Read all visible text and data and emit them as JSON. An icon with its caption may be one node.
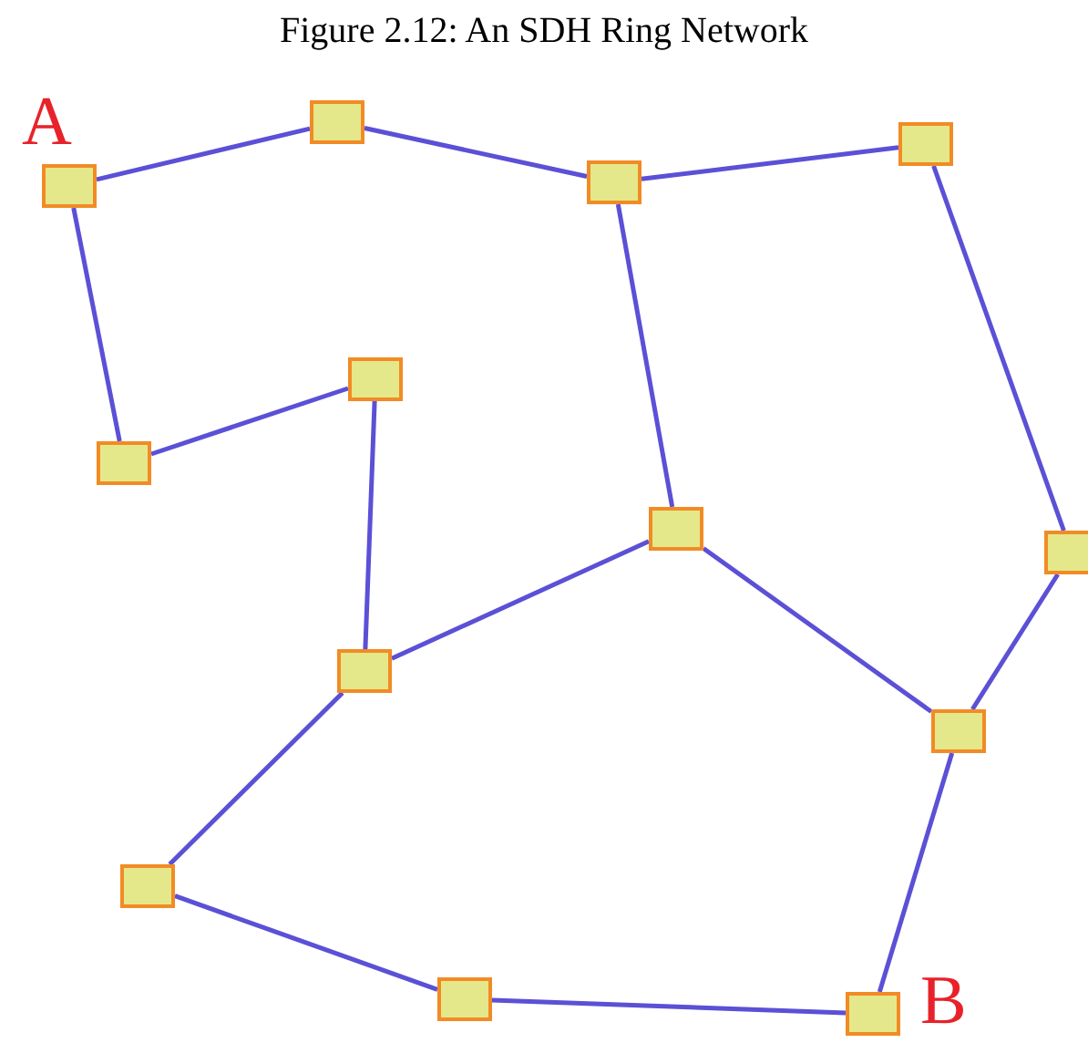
{
  "diagram": {
    "title": "Figure 2.12: An SDH Ring Network",
    "nodes": [
      {
        "text": [],
        "shape": "box",
        "beside": [
          "A"
        ]
      },
      {
        "text": [],
        "shape": "box"
      },
      {
        "text": [],
        "shape": "box"
      },
      {
        "text": [],
        "shape": "box"
      },
      {
        "text": [],
        "shape": "box"
      },
      {
        "text": [],
        "shape": "box"
      },
      {
        "text": [],
        "shape": "box"
      },
      {
        "text": [],
        "shape": "box"
      },
      {
        "text": [],
        "shape": "box"
      },
      {
        "text": [],
        "shape": "box"
      },
      {
        "text": [],
        "shape": "box"
      },
      {
        "text": [],
        "shape": "box"
      },
      {
        "text": [],
        "shape": "box",
        "beside": [
          "B"
        ]
      }
    ],
    "edges": [
      {
        "from": 0,
        "to": 1,
        "arrow": "none"
      },
      {
        "from": 1,
        "to": 2,
        "arrow": "none"
      },
      {
        "from": 2,
        "to": 3,
        "arrow": "none"
      },
      {
        "from": 0,
        "to": 5,
        "arrow": "none"
      },
      {
        "from": 5,
        "to": 4,
        "arrow": "none"
      },
      {
        "from": 4,
        "to": 8,
        "arrow": "none"
      },
      {
        "from": 2,
        "to": 6,
        "arrow": "none"
      },
      {
        "from": 6,
        "to": 8,
        "arrow": "none"
      },
      {
        "from": 6,
        "to": 9,
        "arrow": "none"
      },
      {
        "from": 3,
        "to": 7,
        "arrow": "none"
      },
      {
        "from": 7,
        "to": 9,
        "arrow": "none"
      },
      {
        "from": 8,
        "to": 10,
        "arrow": "none"
      },
      {
        "from": 10,
        "to": 11,
        "arrow": "none"
      },
      {
        "from": 11,
        "to": 12,
        "arrow": "none"
      },
      {
        "from": 12,
        "to": 9,
        "arrow": "none"
      }
    ]
  }
}
